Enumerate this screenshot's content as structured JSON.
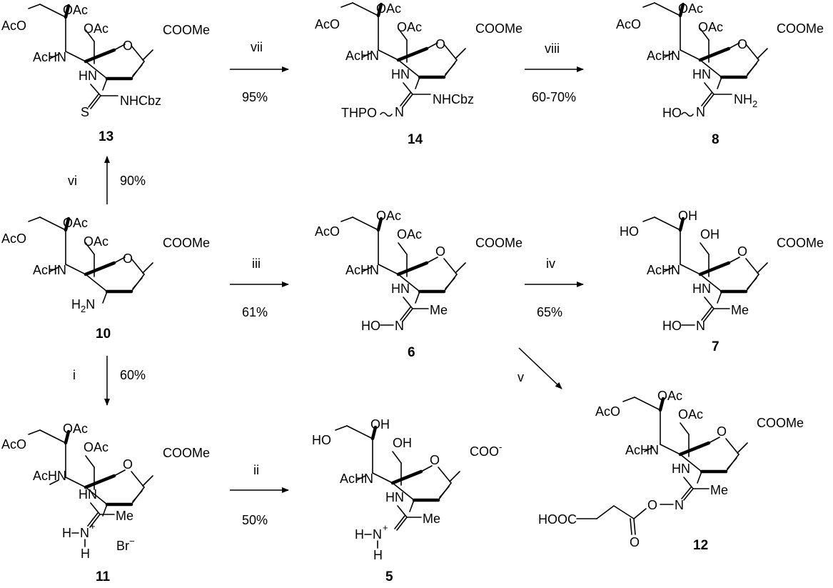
{
  "compounds": {
    "c13": {
      "number": "13",
      "ch2_sub": "AcO",
      "c8_sub": "OAc",
      "c7_sub": "OAc",
      "ester": "COOMe",
      "amide": "AcHN",
      "c4_nh": "HN",
      "thiourea_s": "S",
      "thiourea_n": "NHCbz"
    },
    "c14": {
      "number": "14",
      "ch2_sub": "AcO",
      "c8_sub": "OAc",
      "c7_sub": "OAc",
      "ester": "COOMe",
      "amide": "AcHN",
      "c4_nh": "HN",
      "imine_n": "N",
      "cbz_n": "NHCbz",
      "thp": "THPO"
    },
    "c8": {
      "number": "8",
      "ch2_sub": "AcO",
      "c8_sub": "OAc",
      "c7_sub": "OAc",
      "ester": "COOMe",
      "amide": "AcHN",
      "c4_nh": "HN",
      "imine_n": "N",
      "nh2": "NH",
      "nh2_sub": "2",
      "ho": "HO"
    },
    "c10": {
      "number": "10",
      "ch2_sub": "AcO",
      "c8_sub": "OAc",
      "c7_sub": "OAc",
      "ester": "COOMe",
      "amide": "AcHN",
      "amine_h": "H",
      "amine_sub": "2",
      "amine_n": "N"
    },
    "c6": {
      "number": "6",
      "ch2_sub": "AcO",
      "c8_sub": "OAc",
      "c7_sub": "OAc",
      "ester": "COOMe",
      "amide": "AcHN",
      "c4_nh": "HN",
      "imine_n": "N",
      "me": "Me",
      "ho": "HO"
    },
    "c7": {
      "number": "7",
      "ch2_sub": "HO",
      "c8_sub": "OH",
      "c7_sub": "OH",
      "ester": "COOMe",
      "amide": "AcHN",
      "c4_nh": "HN",
      "imine_n": "N",
      "me": "Me",
      "ho": "HO"
    },
    "c11": {
      "number": "11",
      "ch2_sub": "AcO",
      "c8_sub": "OAc",
      "c7_sub": "OAc",
      "ester": "COOMe",
      "amide": "AcHN",
      "c4_nh": "HN",
      "me": "Me",
      "h_left": "H",
      "n_plus": "N",
      "plus": "+",
      "h_bottom": "H",
      "counterion": "Br",
      "minus": "−"
    },
    "c5": {
      "number": "5",
      "ch2_sub": "HO",
      "c8_sub": "OH",
      "c7_sub": "OH",
      "ester": "COO",
      "ester_charge": "-",
      "amide": "AcHN",
      "c4_nh": "HN",
      "me": "Me",
      "h_left": "H",
      "n_plus": "N",
      "plus": "+",
      "h_bottom": "H"
    },
    "c12": {
      "number": "12",
      "ch2_sub": "AcO",
      "c8_sub": "OAc",
      "c7_sub": "OAc",
      "ester": "COOMe",
      "amide": "AcHN",
      "c4_nh": "HN",
      "imine_n": "N",
      "me": "Me",
      "oxime_o": "O",
      "carbonyl_o": "O",
      "acid": "HOOC"
    }
  },
  "ring_oxygen": "O",
  "arrows": [
    {
      "id": "vii",
      "reagent": "vii",
      "yield": "95%"
    },
    {
      "id": "viii",
      "reagent": "viii",
      "yield": "60-70%"
    },
    {
      "id": "vi",
      "reagent": "vi",
      "yield": "90%"
    },
    {
      "id": "iii",
      "reagent": "iii",
      "yield": "61%"
    },
    {
      "id": "iv",
      "reagent": "iv",
      "yield": "65%"
    },
    {
      "id": "i",
      "reagent": "i",
      "yield": "60%"
    },
    {
      "id": "ii",
      "reagent": "ii",
      "yield": "50%"
    },
    {
      "id": "v",
      "reagent": "v",
      "yield": ""
    }
  ]
}
